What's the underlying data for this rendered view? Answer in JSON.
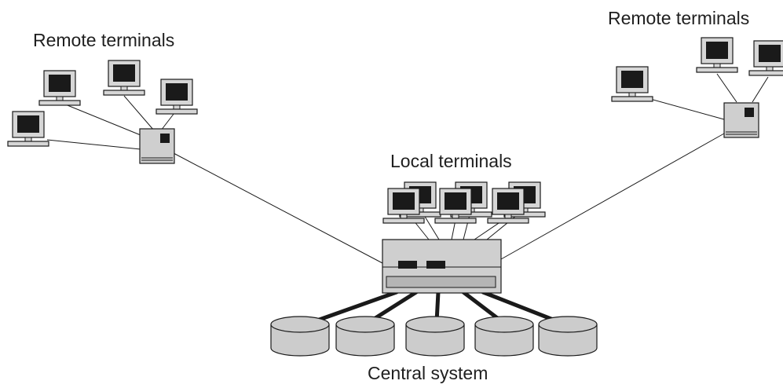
{
  "labels": {
    "remote_terminals_left": "Remote terminals",
    "remote_terminals_right": "Remote terminals",
    "local_terminals": "Local terminals",
    "central_system": "Central system"
  },
  "colors": {
    "line": "#1a1a1a",
    "device_fill": "#cfcfcf",
    "screen": "#1a1a1a",
    "disk_fill": "#cccccc"
  },
  "icons": [
    "terminal-icon",
    "concentrator-icon",
    "mainframe-icon",
    "disk-icon"
  ]
}
